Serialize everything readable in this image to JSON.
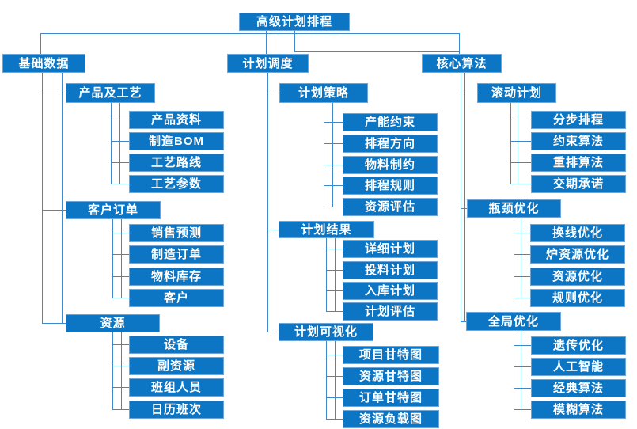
{
  "diagram": {
    "root": "高级计划排程",
    "branches": [
      {
        "label": "基础数据",
        "groups": [
          {
            "label": "产品及工艺",
            "children": [
              "产品资料",
              "制造BOM",
              "工艺路线",
              "工艺参数"
            ]
          },
          {
            "label": "客户订单",
            "children": [
              "销售预测",
              "制造订单",
              "物料库存",
              "客户"
            ]
          },
          {
            "label": "资源",
            "children": [
              "设备",
              "副资源",
              "班组人员",
              "日历班次"
            ]
          }
        ]
      },
      {
        "label": "计划调度",
        "groups": [
          {
            "label": "计划策略",
            "children": [
              "产能约束",
              "排程方向",
              "物料制约",
              "排程规则",
              "资源评估"
            ]
          },
          {
            "label": "计划结果",
            "children": [
              "详细计划",
              "投料计划",
              "入库计划",
              "计划评估"
            ]
          },
          {
            "label": "计划可视化",
            "children": [
              "项目甘特图",
              "资源甘特图",
              "订单甘特图",
              "资源负载图"
            ]
          }
        ]
      },
      {
        "label": "核心算法",
        "groups": [
          {
            "label": "滚动计划",
            "children": [
              "分步排程",
              "约束算法",
              "重排算法",
              "交期承诺"
            ]
          },
          {
            "label": "瓶颈优化",
            "children": [
              "换线优化",
              "炉资源优化",
              "资源优化",
              "规则优化"
            ]
          },
          {
            "label": "全局优化",
            "children": [
              "遗传优化",
              "人工智能",
              "经典算法",
              "模糊算法"
            ]
          }
        ]
      }
    ],
    "colors": {
      "node_fill": "#0C76C4",
      "node_border": "#6FA6DA",
      "connector": "#3E88CB",
      "text": "#FFFFFF",
      "background": "#FFFFFF"
    }
  }
}
